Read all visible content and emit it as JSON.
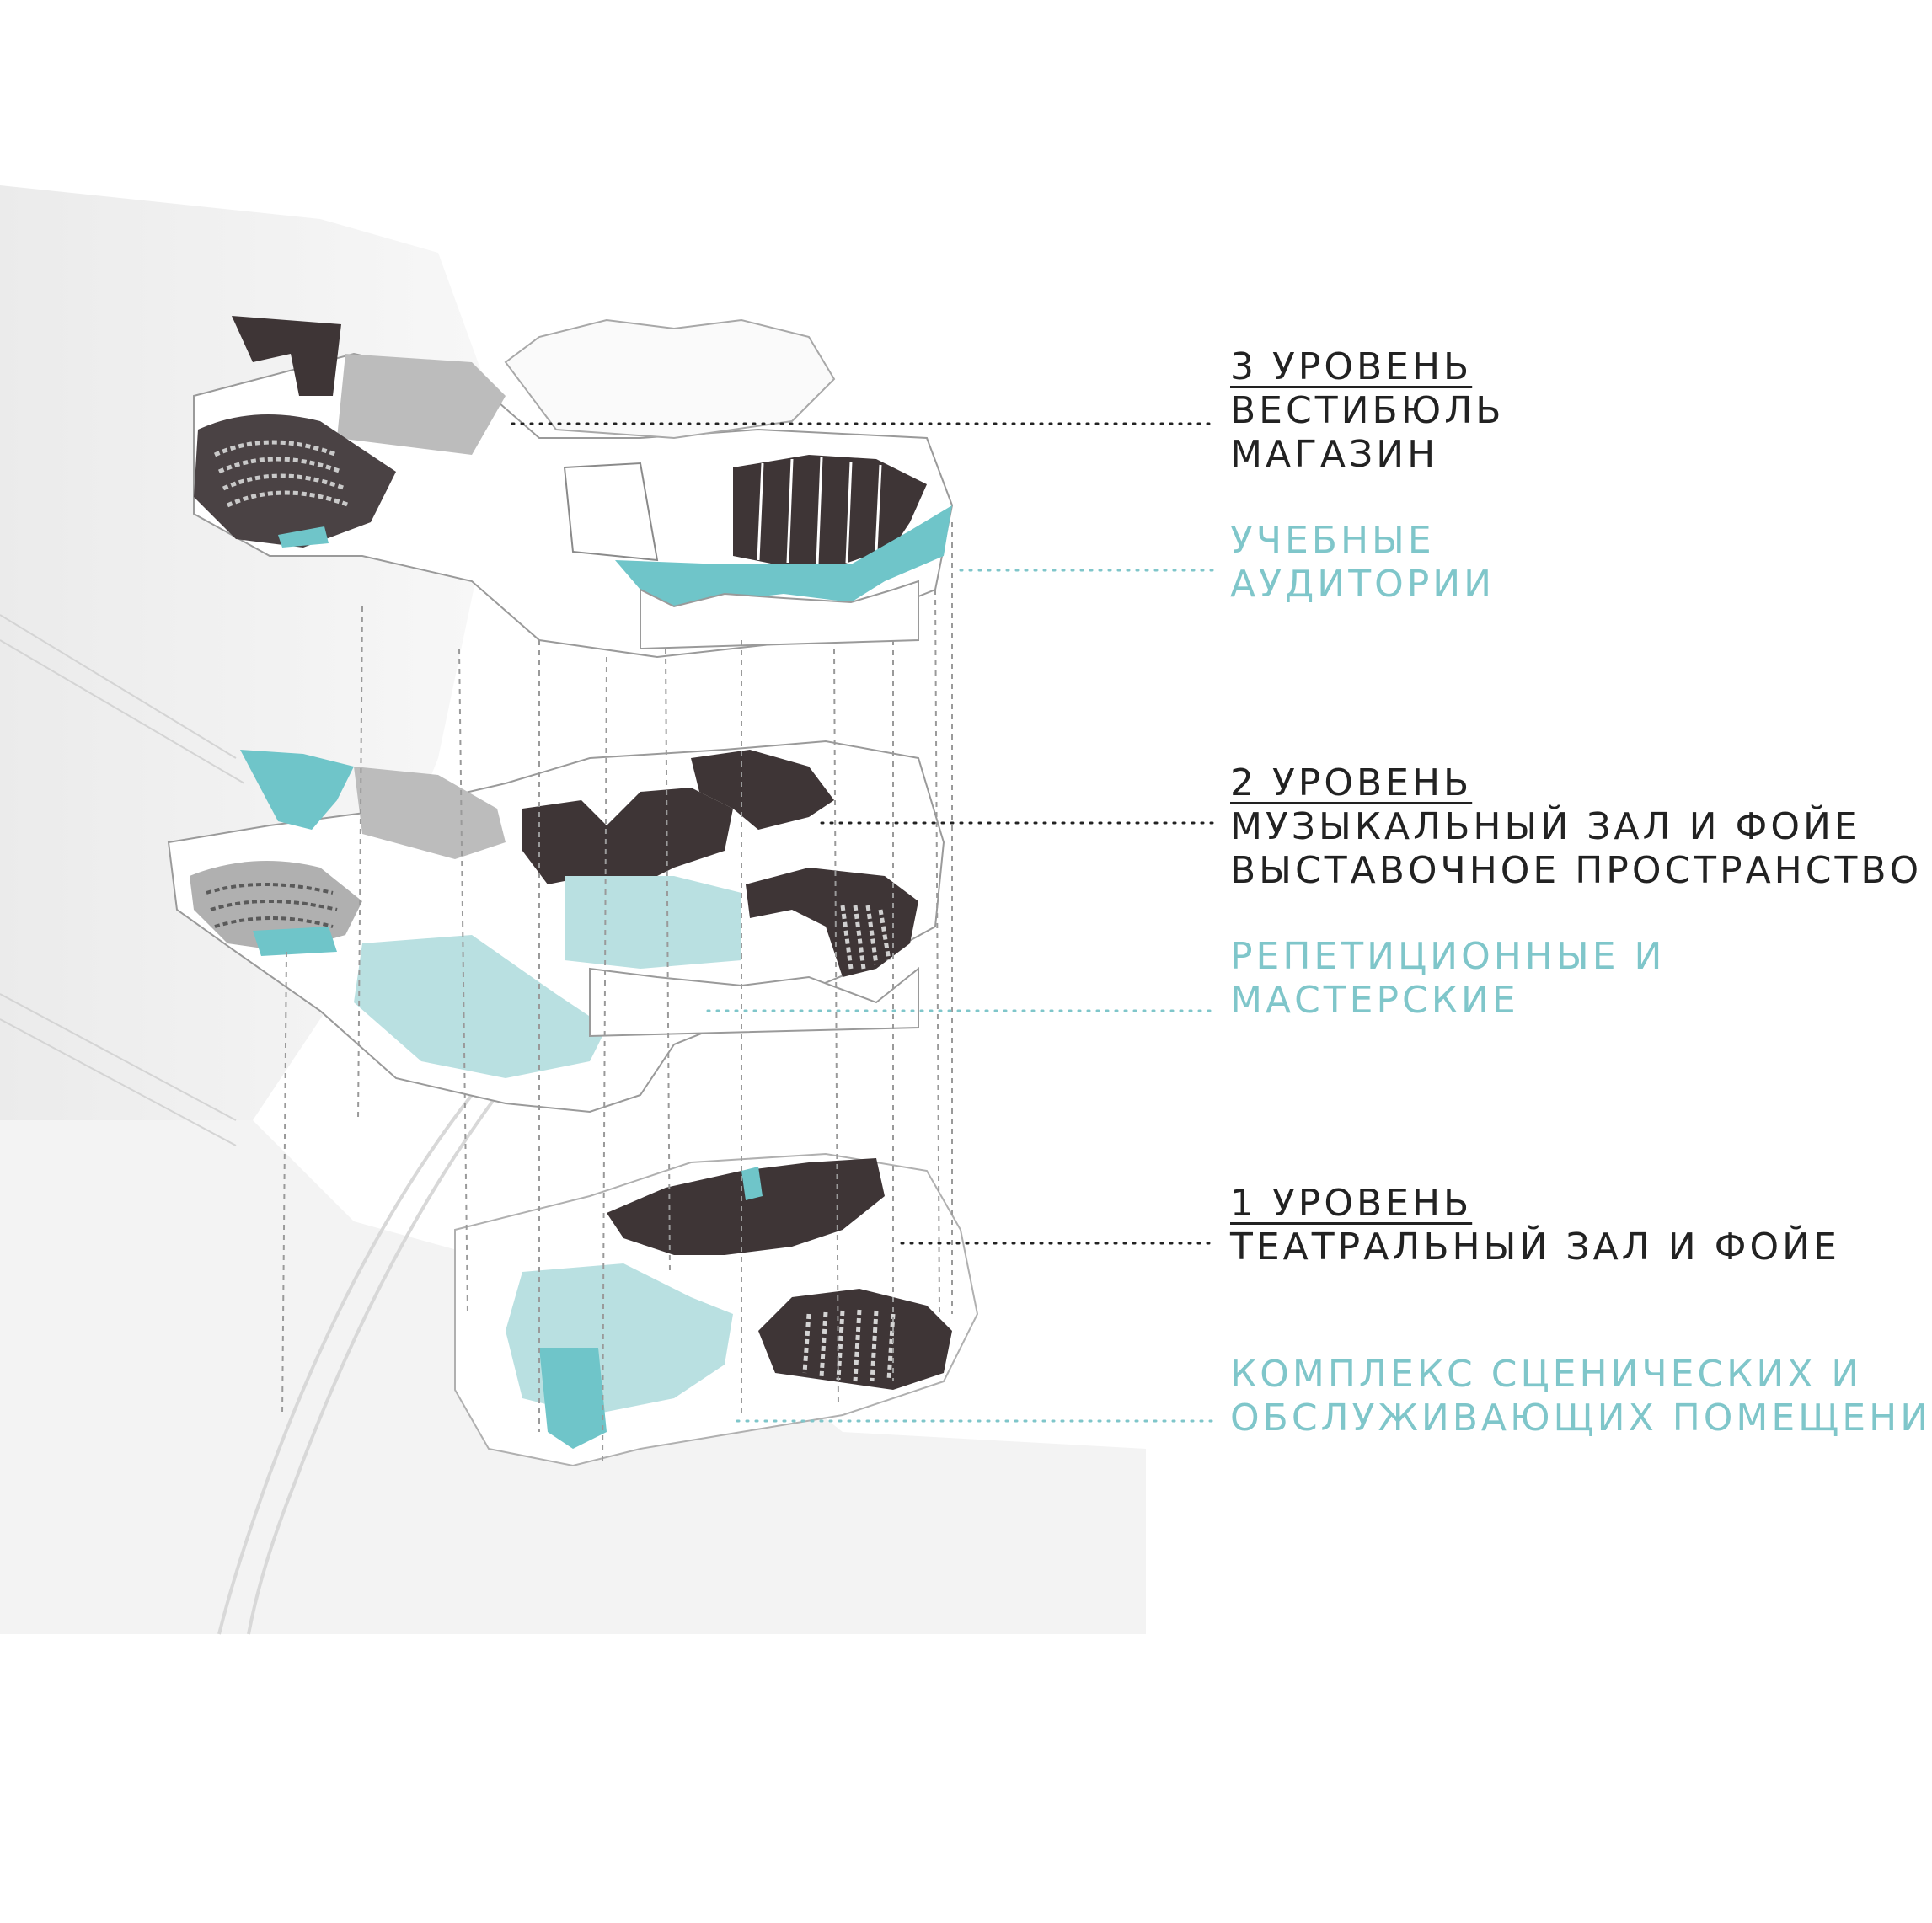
{
  "colors": {
    "dark": "#3e3536",
    "teal": "#6fc5c9",
    "light_teal": "#b9e0e1",
    "grey": "#bcbcbc",
    "light_grey": "#e9e9e9",
    "line": "#9a9a9a",
    "text_dark": "#222222",
    "text_teal": "#7fc6ca"
  },
  "levels": [
    {
      "heading": "3 УРОВЕНЬ",
      "dark_lines": [
        "ВЕСТИБЮЛЬ",
        "МАГАЗИН"
      ],
      "teal_lines": [
        "УЧЕБНЫЕ",
        "АУДИТОРИИ"
      ]
    },
    {
      "heading": "2 УРОВЕНЬ",
      "dark_lines": [
        "МУЗЫКАЛЬНЫЙ ЗАЛ И ФОЙЕ",
        "ВЫСТАВОЧНОЕ ПРОСТРАНСТВО"
      ],
      "teal_lines": [
        "РЕПЕТИЦИОННЫЕ И",
        "МАСТЕРСКИЕ"
      ]
    },
    {
      "heading": "1 УРОВЕНЬ",
      "dark_lines": [
        "ТЕАТРАЛЬНЫЙ ЗАЛ И ФОЙЕ"
      ],
      "teal_lines": [
        "КОМПЛЕКС СЦЕНИЧЕСКИХ И",
        "ОБСЛУЖИВАЮЩИХ ПОМЕЩЕНИЙ"
      ]
    }
  ]
}
